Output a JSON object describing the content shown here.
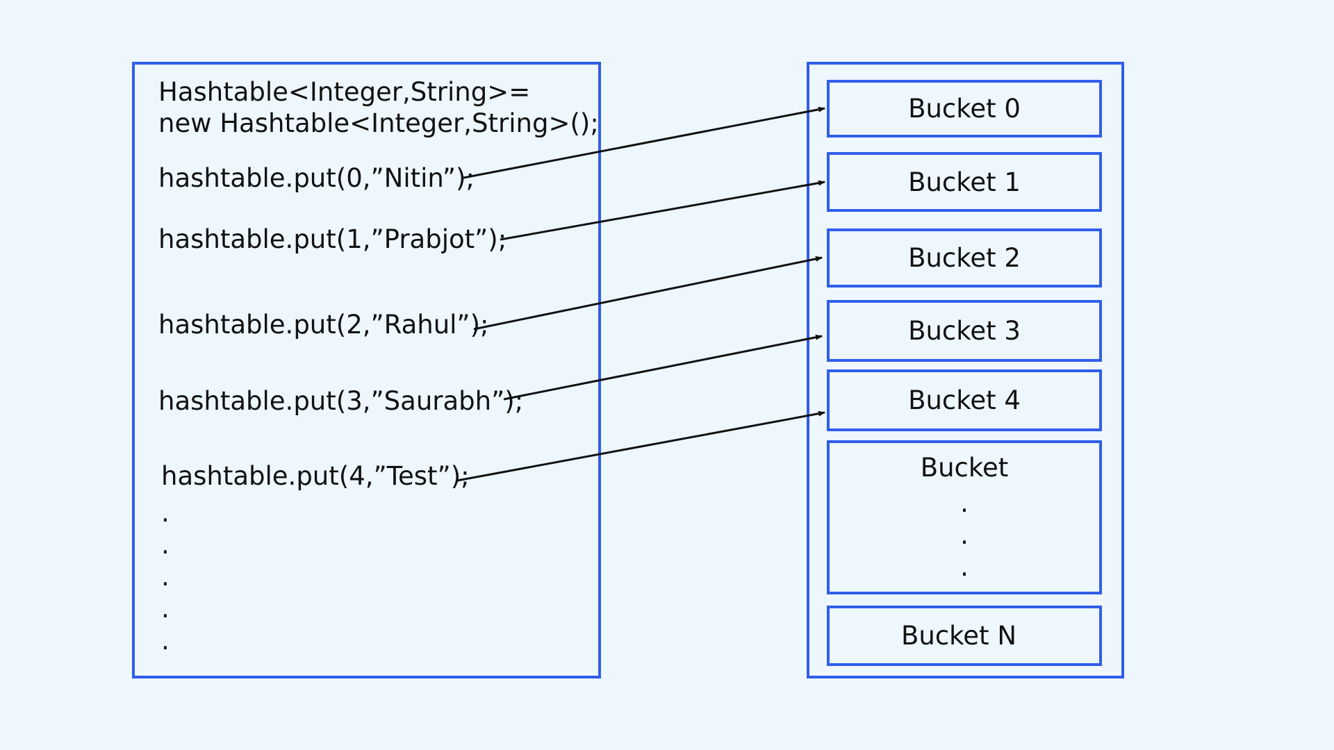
{
  "code": {
    "declaration_line1": "Hashtable<Integer,String>=",
    "declaration_line2": "new Hashtable<Integer,String>();",
    "put_lines": [
      "hashtable.put(0,”Nitin”);",
      "hashtable.put(1,”Prabjot”);",
      "hashtable.put(2,”Rahul”);",
      "hashtable.put(3,”Saurabh”);",
      "hashtable.put(4,”Test”);"
    ],
    "ellipsis_dot": "."
  },
  "buckets": {
    "items": [
      "Bucket 0",
      "Bucket 1",
      "Bucket 2",
      "Bucket 3",
      "Bucket 4"
    ],
    "range_label": "Bucket",
    "range_dot": ".",
    "last": "Bucket N"
  },
  "colors": {
    "background": "#eef6fe",
    "border": "#2f5eea",
    "text": "#111111",
    "arrow": "#111111"
  }
}
